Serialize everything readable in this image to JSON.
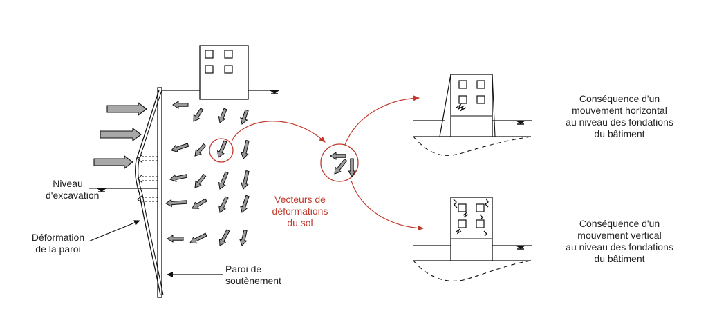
{
  "colors": {
    "line": "#111111",
    "accent": "#c0392b",
    "thrust_fill": "#a8a8a8",
    "vector_fill": "#9a9a9a"
  },
  "labels": {
    "excavation_level": [
      "Niveau",
      "d'excavation"
    ],
    "wall_deformation": [
      "Déformation",
      "de la paroi"
    ],
    "retaining_wall": [
      "Paroi de",
      "soutènement"
    ],
    "soil_vectors": [
      "Vecteurs de",
      "déformations",
      "du sol"
    ],
    "horizontal_consequence": [
      "Conséquence d'un",
      "mouvement horizontal",
      "au niveau des fondations",
      "du bâtiment"
    ],
    "vertical_consequence": [
      "Conséquence d'un",
      "mouvement vertical",
      "au niveau des fondations",
      "du bâtiment"
    ]
  }
}
